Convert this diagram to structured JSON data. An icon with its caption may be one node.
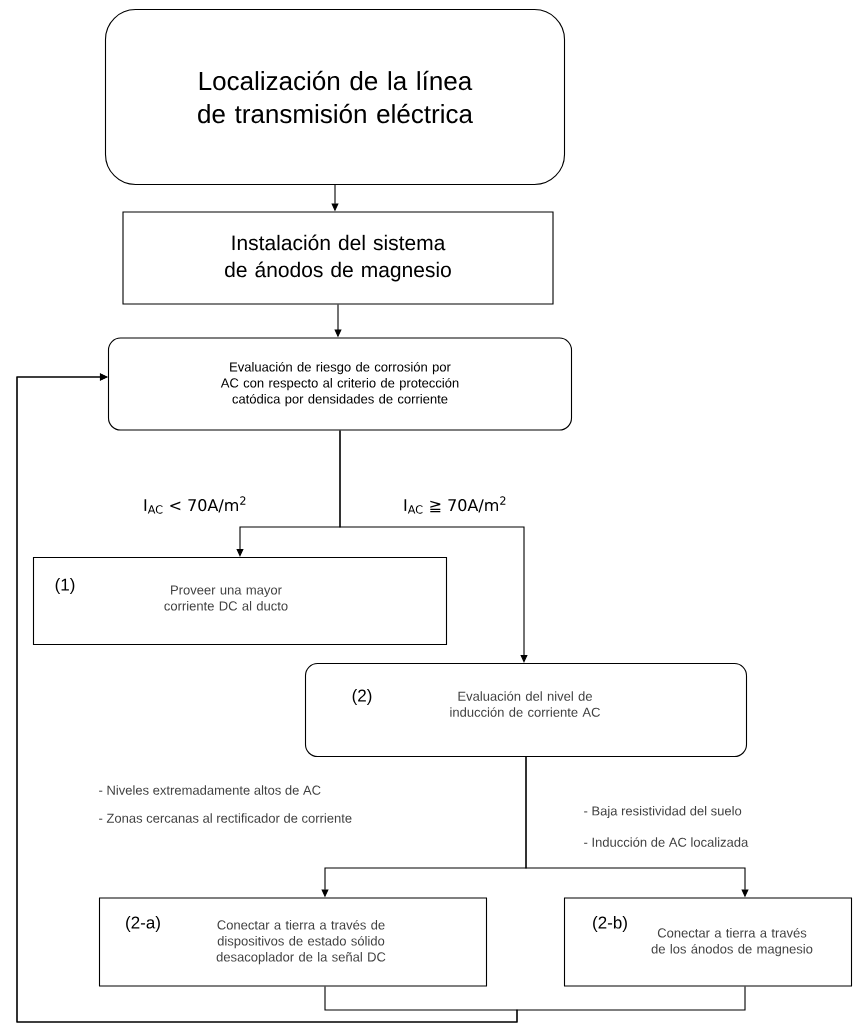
{
  "diagram": {
    "nodes": [
      {
        "text": [
          "Localización de la línea de transmisión eléctrica"
        ]
      },
      {
        "text": [
          "Instalación del sistema de ánodos de magnesio"
        ]
      },
      {
        "text": [
          "Evaluación de riesgo de corrosión por AC con respecto al criterio de protección catódica por densidades de corriente"
        ]
      },
      {
        "text": [
          "(1)",
          "Proveer una mayor corriente DC al ducto"
        ]
      },
      {
        "text": [
          "(2)",
          "Evaluación del nivel de inducción de corriente AC"
        ]
      },
      {
        "text": [
          "(2-a)",
          "Conectar a tierra a través de dispositivos de estado sólido desacoplador de la señal DC"
        ]
      },
      {
        "text": [
          "(2-b)",
          "Conectar a tierra a través de los ánodos de magnesio"
        ]
      }
    ],
    "edges": [
      {
        "from": 0,
        "to": 1,
        "arrow": "to"
      },
      {
        "from": 1,
        "to": 2,
        "arrow": "to"
      },
      {
        "from": 2,
        "to": 3,
        "arrow": "to",
        "label": "I$_{AC}$ < 70A/m$^{2}$"
      },
      {
        "from": 2,
        "to": 4,
        "arrow": "to",
        "label": "I$_{AC}$ ≧ 70A/m$^{2}$"
      },
      {
        "from": 4,
        "to": 5,
        "arrow": "to"
      },
      {
        "from": 4,
        "to": 6,
        "arrow": "to"
      },
      {
        "from": 5,
        "to": 2,
        "arrow": "to"
      },
      {
        "from": 6,
        "to": 2,
        "arrow": "to"
      }
    ],
    "labels": [
      "- Niveles extremadamente altos de AC",
      "- Zonas cercanas al rectificador de corriente",
      "- Baja resistividad del suelo",
      "- Inducción de AC localizada"
    ]
  }
}
